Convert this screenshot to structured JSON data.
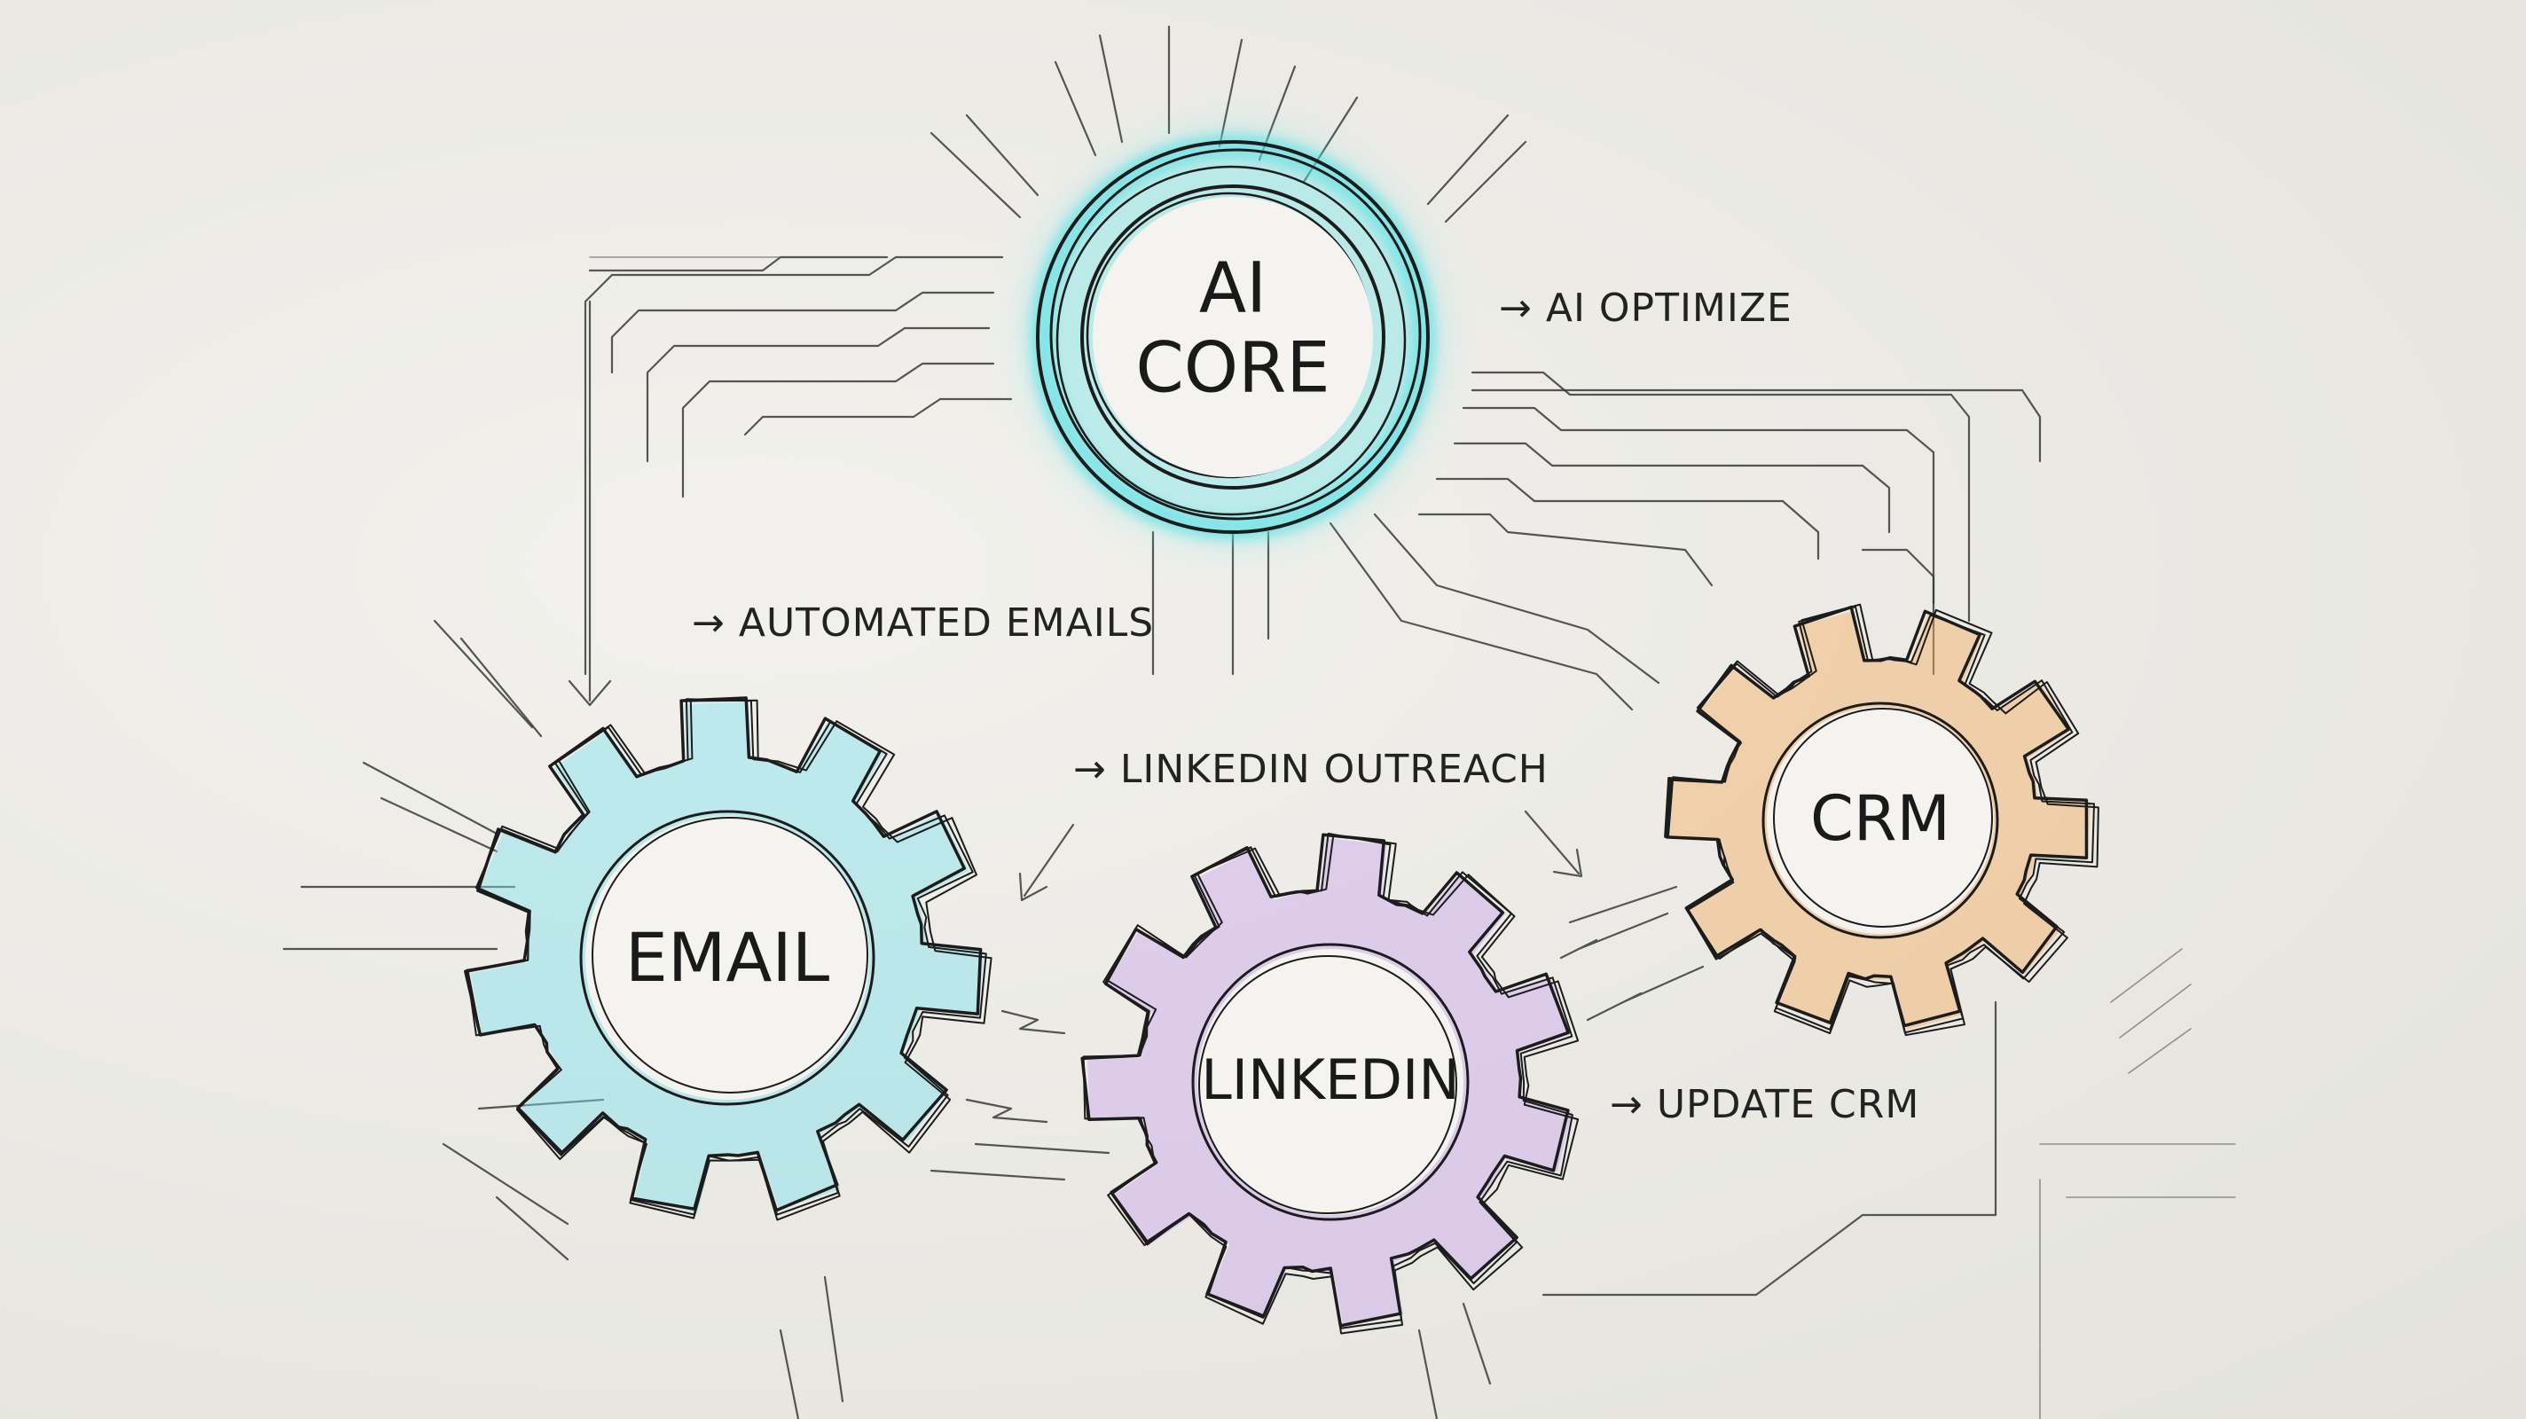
{
  "diagram": {
    "nodes": {
      "ai_core": {
        "line1": "AI",
        "line2": "CORE",
        "color": "#4fe0e4"
      },
      "email": {
        "label": "EMAIL",
        "color": "#7fe3ee"
      },
      "linkedin": {
        "label": "LINKEDIN",
        "color": "#c9a7ee"
      },
      "crm": {
        "label": "CRM",
        "color": "#f3b060"
      }
    },
    "annotations": {
      "ai_optimize": "→ AI OPTIMIZE",
      "automated_emails": "→ AUTOMATED EMAILS",
      "linkedin_outreach": "→ LINKEDIN OUTREACH",
      "update_crm": "→ UPDATE CRM"
    },
    "icons": {
      "gears": "gear-icon",
      "core": "circle-core-icon",
      "arrows": "arrow-icon"
    }
  }
}
